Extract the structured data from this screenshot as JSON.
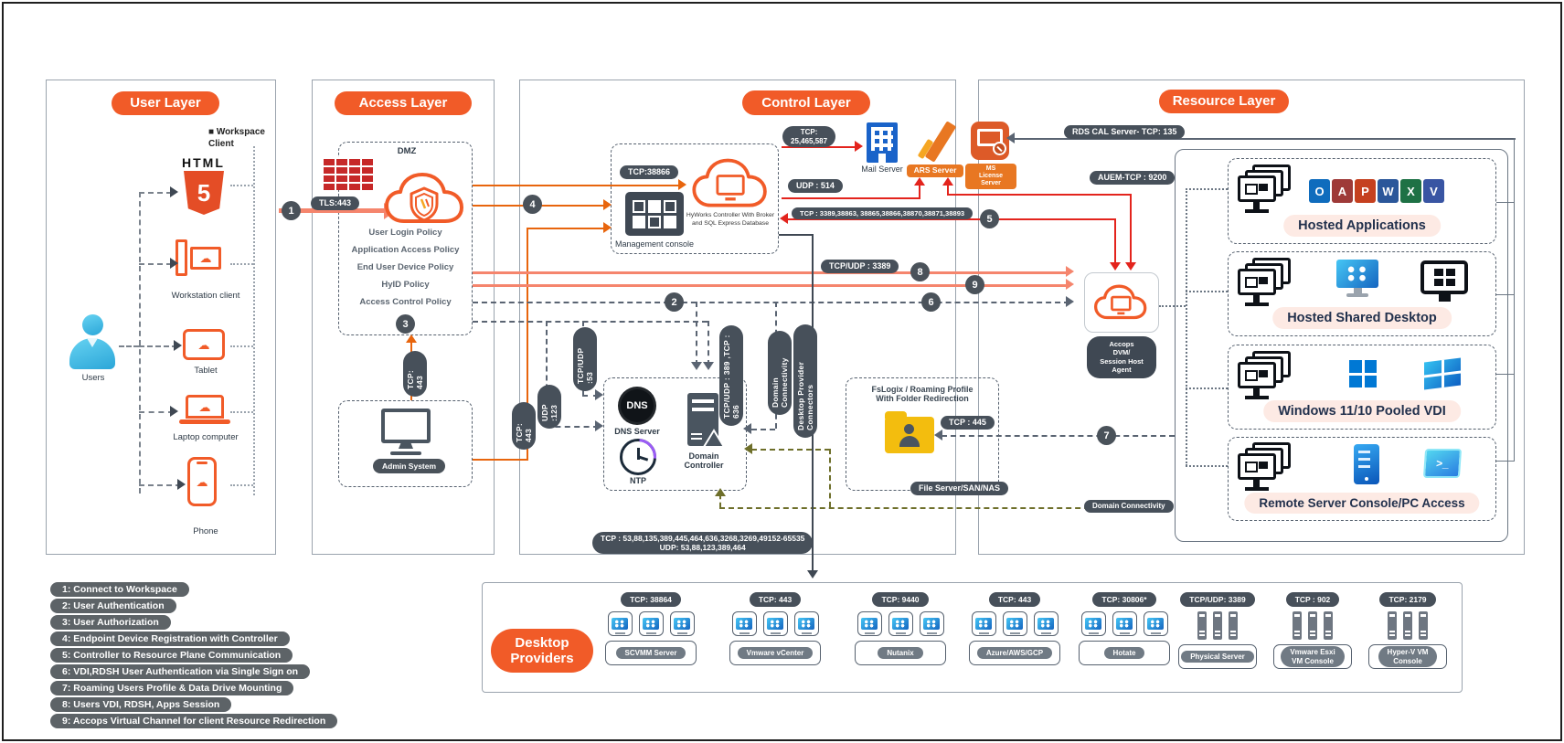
{
  "colors": {
    "accent": "#f15b28",
    "badge_dark": "#47505a",
    "salmon_arrow": "#f5856d",
    "red_arrow": "#e3241d",
    "orange_arrow": "#e8650d",
    "gray_line": "#5a6472",
    "olive_line": "#6e6f2a",
    "row_label_bg": "#fdeae4"
  },
  "layers": {
    "user": {
      "title": "User Layer",
      "workspace_note": "■ Workspace\nClient",
      "html_word": "HTML",
      "html_five": "5",
      "devices": [
        "Workstation client",
        "Tablet",
        "Laptop computer",
        "Phone"
      ],
      "users_label": "Users"
    },
    "access": {
      "title": "Access Layer",
      "dmz": "DMZ",
      "policies": [
        "User Login Policy",
        "Application Access Policy",
        "End User Device Policy",
        "HyID Policy",
        "Access Control Policy"
      ],
      "admin": "Admin System",
      "badge_tls": "TLS:443",
      "badge_tcp443_up": "TCP: 443",
      "badge_tcp443_console": "TCP: 443"
    },
    "control": {
      "title": "Control Layer",
      "badge_tcp38866": "TCP:38866",
      "controller_caption": "HyWorks Controller With Broker\nand SQL Express  Database",
      "management_console": "Management console",
      "mail_server": "Mail Server",
      "badge_mail": "TCP:\n25,465,587",
      "ars_server": "ARS Server",
      "badge_udp514": "UDP : 514",
      "ms_license": "MS\nLicense Server",
      "badge_tcp_multi": "TCP : 3389,38863, 38865,38866,38870,38871,38893",
      "badge_tcpudp3389": "TCP/UDP : 3389",
      "badge_tcpudp53": "TCP/UDP :53",
      "badge_udp123": "UDP :123",
      "badge_389_636": "TCP/UDP : 389 ,TCP : 636",
      "badge_domain_conn": "Domain Connectivity",
      "badge_dpc": "Desktop Provider Connectors",
      "dns_glyph": "DNS",
      "dns_server": "DNS Server",
      "ntp": "NTP",
      "domain_controller": "Domain\nController",
      "fslogix_caption": "FsLogix / Roaming Profile\nWith Folder Redirection",
      "badge_tcp445": "TCP : 445",
      "file_server": "File Server/SAN/NAS",
      "badge_ports_bottom": "TCP : 53,88,135,389,445,464,636,3268,3269,49152-65535\nUDP: 53,88,123,389,464"
    },
    "resource": {
      "title": "Resource Layer",
      "badge_rds_cal": "RDS CAL Server- TCP: 135",
      "badge_auem": "AUEM-TCP : 9200",
      "accops_agent": "Accops\nDVM/\nSession Host\nAgent",
      "domain_connectivity": "Domain Connectivity",
      "rows": [
        {
          "label": "Hosted Applications"
        },
        {
          "label": "Hosted Shared Desktop"
        },
        {
          "label": "Windows 11/10 Pooled VDI"
        },
        {
          "label": "Remote Server Console/PC Access"
        }
      ],
      "office_apps": [
        "O",
        "A",
        "P",
        "W",
        "X",
        "V"
      ],
      "terminal_glyph": ">_"
    }
  },
  "providers": {
    "title": "Desktop\nProviders",
    "groups": [
      {
        "port": "TCP: 38864",
        "label": "SCVMM Server",
        "icon": "vm"
      },
      {
        "port": "TCP: 443",
        "label": "Vmware vCenter",
        "icon": "vm"
      },
      {
        "port": "TCP: 9440",
        "label": "Nutanix",
        "icon": "vm"
      },
      {
        "port": "TCP: 443",
        "label": "Azure/AWS/GCP",
        "icon": "vm"
      },
      {
        "port": "TCP: 30806*",
        "label": "Hotate",
        "icon": "vm"
      },
      {
        "port": "TCP/UDP: 3389",
        "label": "Physical Server",
        "icon": "server"
      },
      {
        "port": "TCP : 902",
        "label": "Vmware Esxi\nVM Console",
        "icon": "server"
      },
      {
        "port": "TCP: 2179",
        "label": "Hyper-V VM\nConsole",
        "icon": "server"
      }
    ]
  },
  "legend": [
    "1: Connect to Workspace",
    "2: User Authentication",
    "3: User Authorization",
    "4: Endpoint Device Registration  with Controller",
    "5: Controller to Resource Plane Communication",
    "6: VDI,RDSH User Authentication via Single Sign on",
    "7: Roaming Users Profile & Data Drive Mounting",
    "8: Users VDI, RDSH, Apps Session",
    "9: Accops Virtual Channel for client Resource Redirection"
  ],
  "markers": [
    "1",
    "2",
    "3",
    "4",
    "5",
    "6",
    "7",
    "8",
    "9"
  ]
}
